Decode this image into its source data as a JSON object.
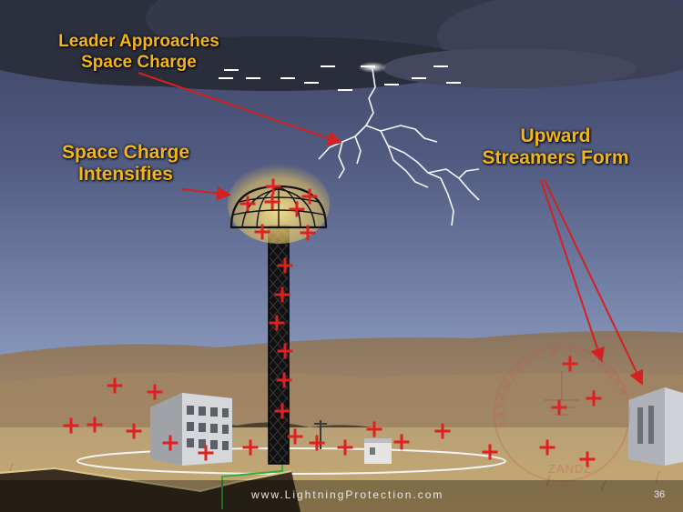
{
  "labels": {
    "leader": [
      "Leader Approaches",
      "Space Charge"
    ],
    "space_charge": [
      "Space Charge",
      "Intensifies"
    ],
    "upward": [
      "Upward",
      "Streamers Form"
    ]
  },
  "footer": {
    "url": "www.LightningProtection.com",
    "page": "36"
  },
  "watermark": {
    "text": "заземлено и защищено",
    "logo": "ZANDZ"
  },
  "colors": {
    "label": "#f2b619",
    "arrow": "#d42020",
    "plus": "#e02020",
    "sky_top": "#4c5270",
    "sky_bottom": "#7a8bb0",
    "ground": "#b39a6e"
  }
}
